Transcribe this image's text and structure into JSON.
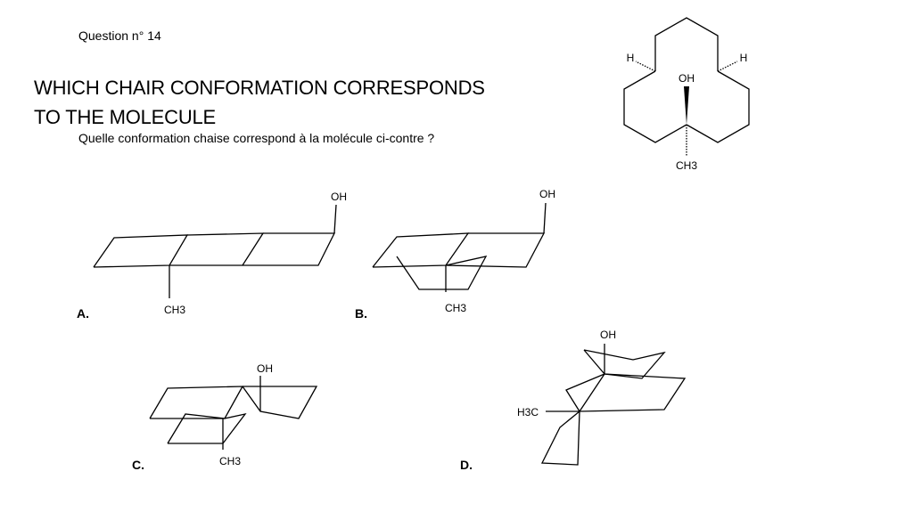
{
  "question_label": "Question n° 14",
  "title_line1": "WHICH CHAIR CONFORMATION CORRESPONDS",
  "title_line2": "TO THE MOLECULE",
  "subtitle": "Quelle conformation chaise correspond à la molécule ci-contre ?",
  "reference": {
    "oh": "OH",
    "h_left": "H",
    "h_right": "H",
    "ch3": "CH3"
  },
  "options": [
    {
      "label": "A.",
      "oh": "OH",
      "ch3": "CH3"
    },
    {
      "label": "B.",
      "oh": "OH",
      "ch3": "CH3"
    },
    {
      "label": "C.",
      "oh": "OH",
      "ch3": "CH3"
    },
    {
      "label": "D.",
      "oh": "OH",
      "ch3": "H3C"
    }
  ]
}
